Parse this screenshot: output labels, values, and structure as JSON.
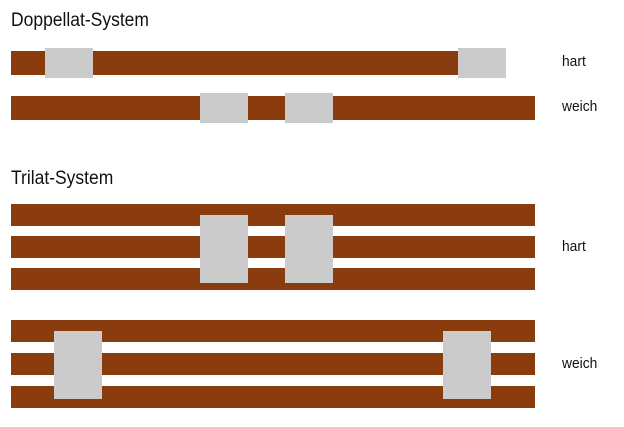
{
  "colors": {
    "slat": "#8b3c0e",
    "block": "#cbcbcb",
    "background": "#ffffff",
    "text": "#111111"
  },
  "sections": [
    {
      "title": "Doppellat-System",
      "configs": [
        {
          "label": "hart"
        },
        {
          "label": "weich"
        }
      ]
    },
    {
      "title": "Trilat-System",
      "configs": [
        {
          "label": "hart"
        },
        {
          "label": "weich"
        }
      ]
    }
  ]
}
